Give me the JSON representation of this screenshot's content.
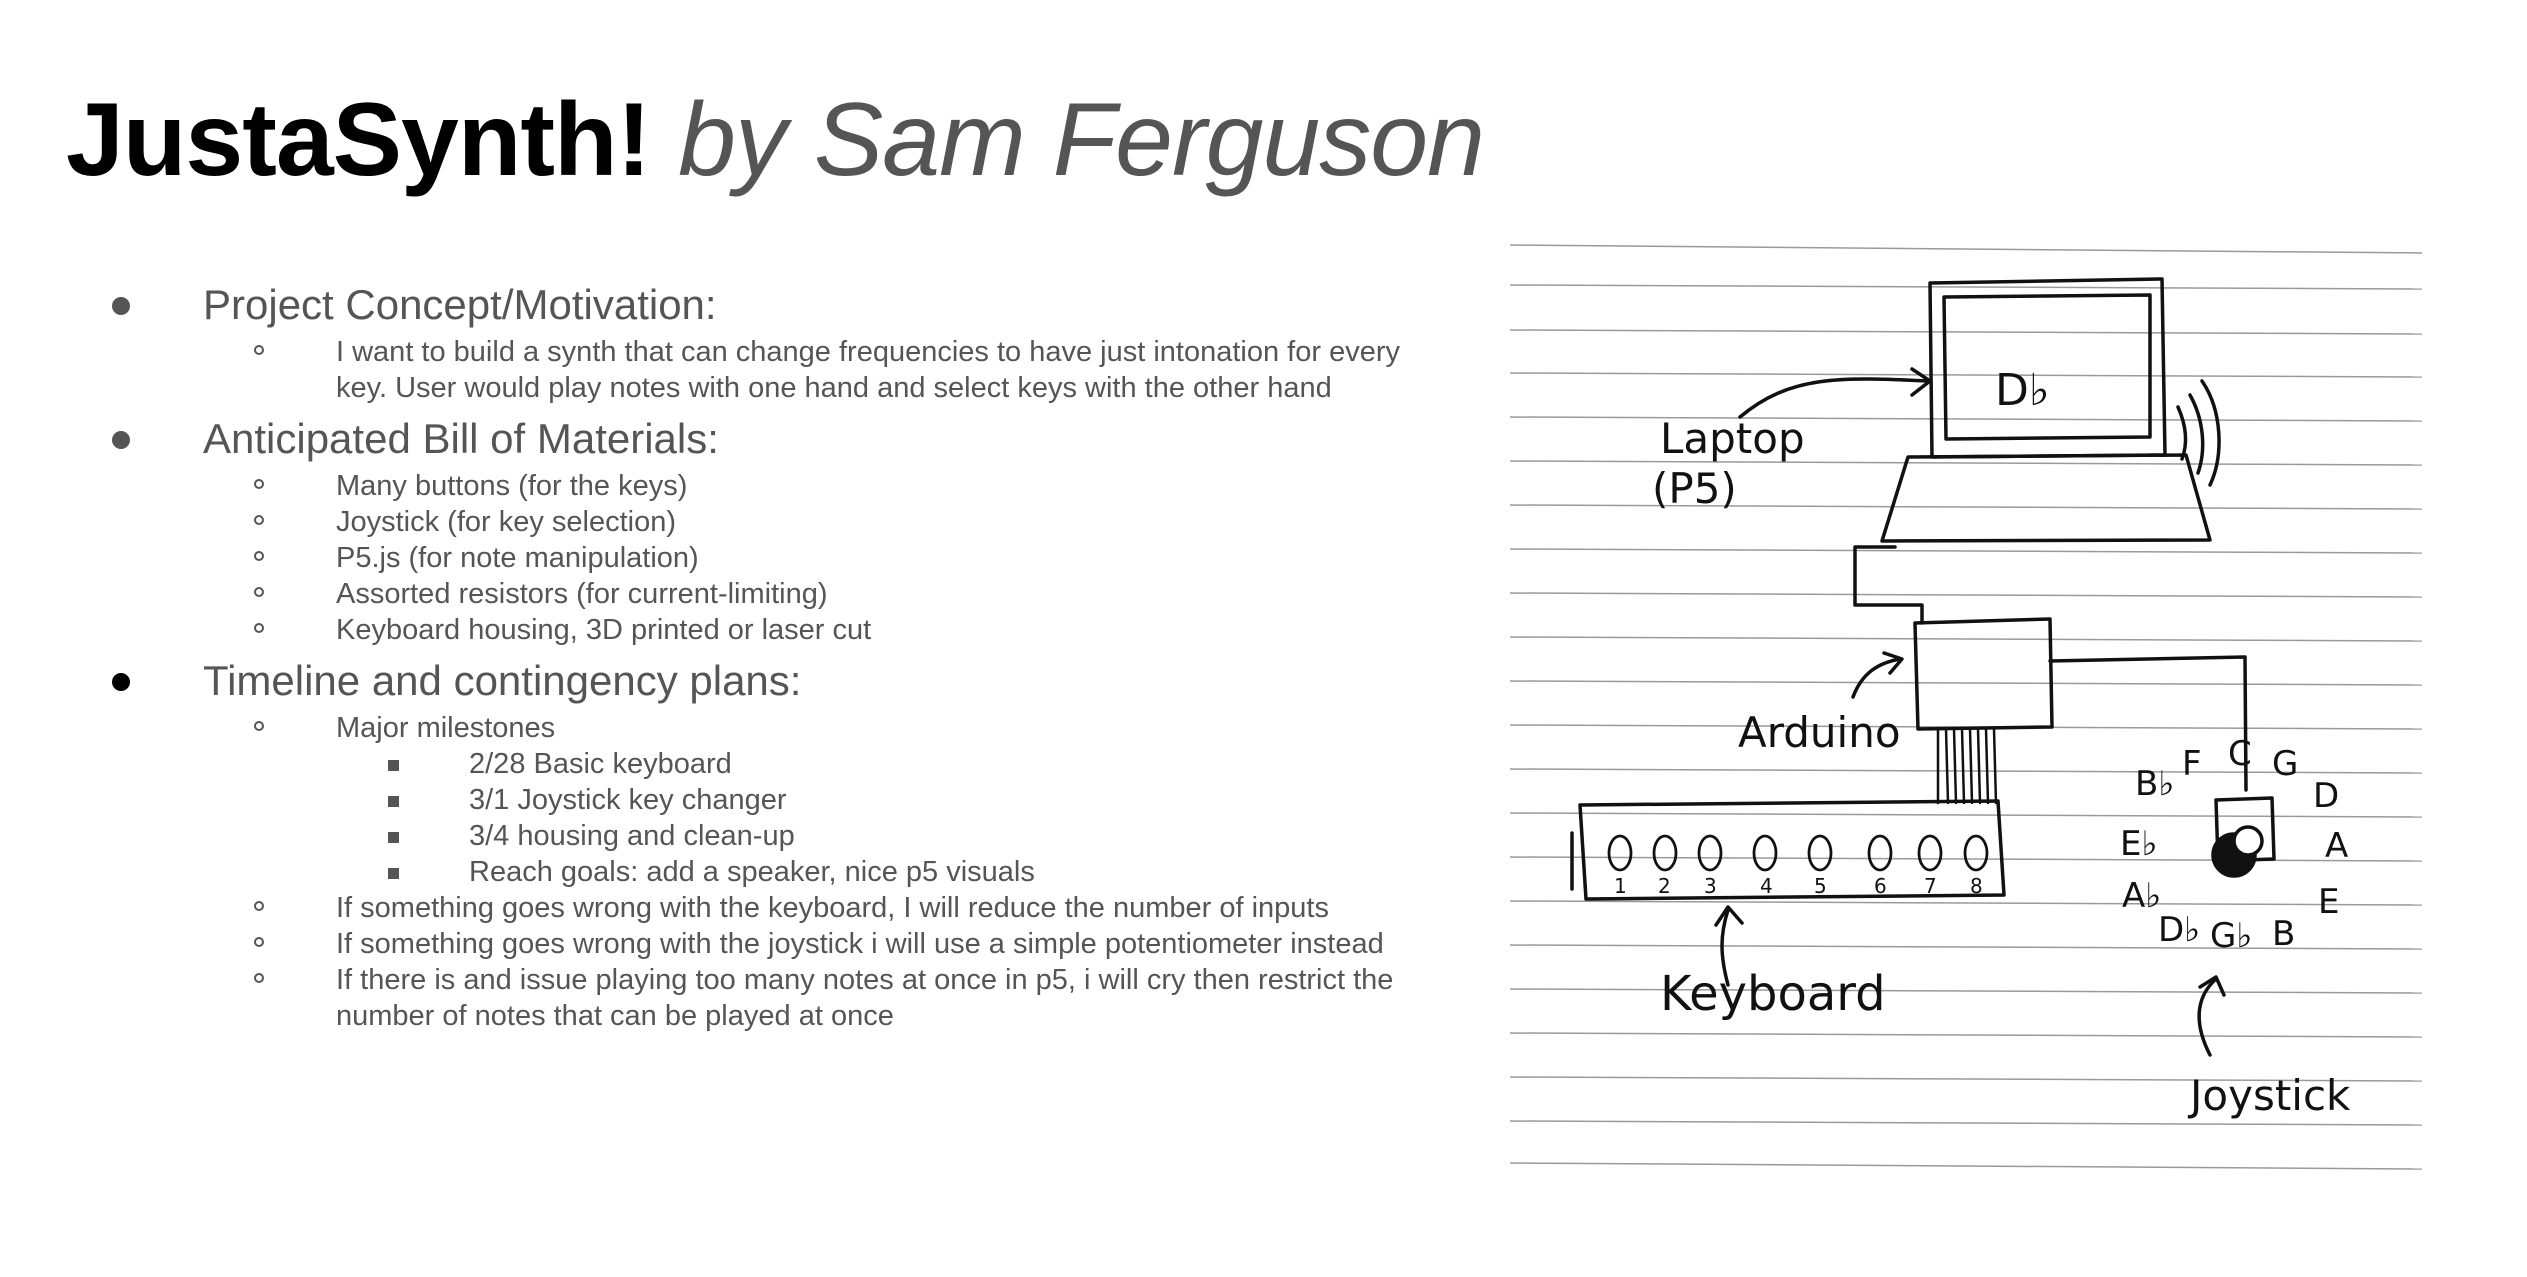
{
  "title": {
    "main": "JustaSynth!",
    "byline": "by Sam Ferguson"
  },
  "sections": [
    {
      "heading": "Project Concept/Motivation:",
      "items": [
        {
          "text": "I want to build a synth that can change frequencies to have just intonation for every key. User would play notes with one hand and select keys with the other hand"
        }
      ]
    },
    {
      "heading": "Anticipated Bill of Materials:",
      "items": [
        {
          "text": "Many buttons (for the keys)"
        },
        {
          "text": "Joystick (for key selection)"
        },
        {
          "text": "P5.js (for note manipulation)"
        },
        {
          "text": "Assorted resistors (for current-limiting)"
        },
        {
          "text": "Keyboard housing, 3D printed or laser cut"
        }
      ]
    },
    {
      "heading": "Timeline and contingency plans:",
      "items": [
        {
          "text": "Major milestones",
          "subitems": [
            "2/28 Basic keyboard",
            "3/1 Joystick key changer",
            "3/4 housing and clean-up",
            "Reach goals: add a speaker, nice p5 visuals"
          ]
        },
        {
          "text": "If something goes wrong with the keyboard, I will reduce the number of inputs"
        },
        {
          "text": "If something goes wrong with the joystick i will use a simple potentiometer instead"
        },
        {
          "text": "If there is and issue playing too many notes at once in p5, i will cry then restrict the number of notes that can be played at once"
        }
      ]
    }
  ],
  "sketch": {
    "labels": {
      "laptop": "Laptop",
      "p5": "(P5)",
      "screen_note": "D♭",
      "arduino": "Arduino",
      "keyboard": "Keyboard",
      "joystick": "Joystick"
    },
    "key_numbers": [
      "1",
      "2",
      "3",
      "4",
      "5",
      "6",
      "7",
      "8"
    ],
    "joystick_notes": [
      "B♭",
      "F",
      "C",
      "G",
      "D",
      "E♭",
      "A",
      "A♭",
      "D♭",
      "G♭",
      "B",
      "E"
    ]
  }
}
